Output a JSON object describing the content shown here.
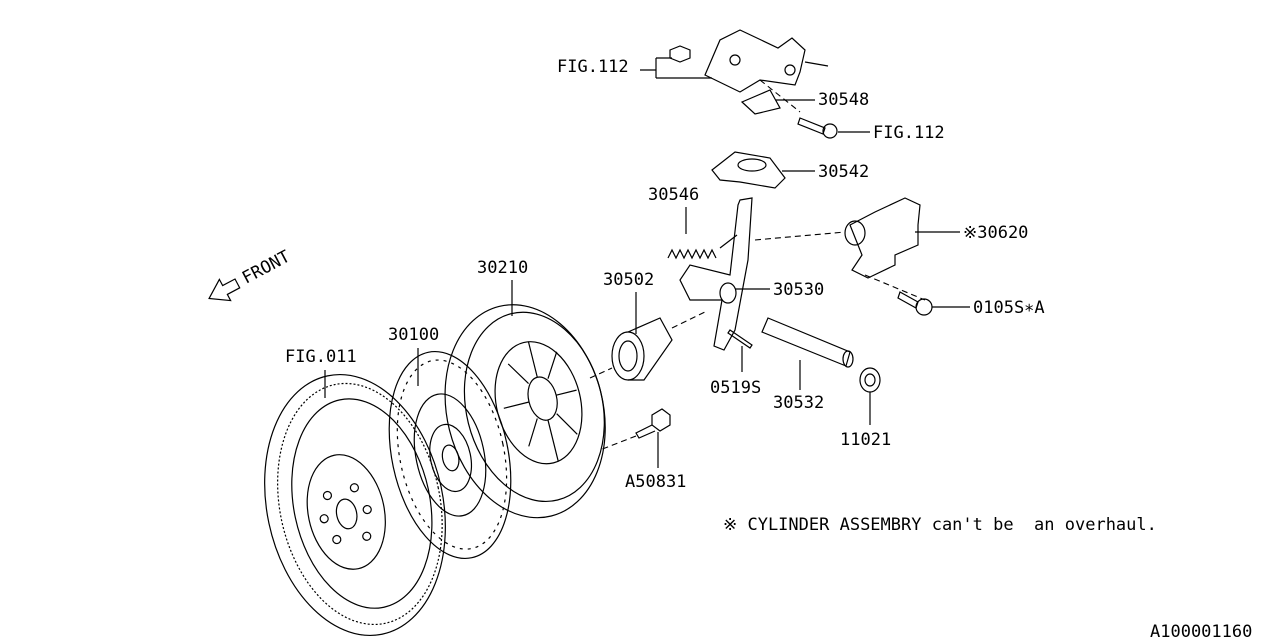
{
  "diagram": {
    "direction_label": "FRONT",
    "parts": [
      {
        "id": "fig112_top",
        "label": "FIG.112"
      },
      {
        "id": "30548",
        "label": "30548"
      },
      {
        "id": "fig112_bolt",
        "label": "FIG.112"
      },
      {
        "id": "30542",
        "label": "30542"
      },
      {
        "id": "30546",
        "label": "30546"
      },
      {
        "id": "30620",
        "label": "※30620"
      },
      {
        "id": "30210",
        "label": "30210"
      },
      {
        "id": "30502",
        "label": "30502"
      },
      {
        "id": "30530",
        "label": "30530"
      },
      {
        "id": "0105S",
        "label": "0105S∗A"
      },
      {
        "id": "30100",
        "label": "30100"
      },
      {
        "id": "fig011",
        "label": "FIG.011"
      },
      {
        "id": "0519S",
        "label": "0519S"
      },
      {
        "id": "30532",
        "label": "30532"
      },
      {
        "id": "11021",
        "label": "11021"
      },
      {
        "id": "A50831",
        "label": "A50831"
      }
    ],
    "note": "※ CYLINDER ASSEMBRY can't be  an overhaul.",
    "diagram_id": "A100001160"
  }
}
